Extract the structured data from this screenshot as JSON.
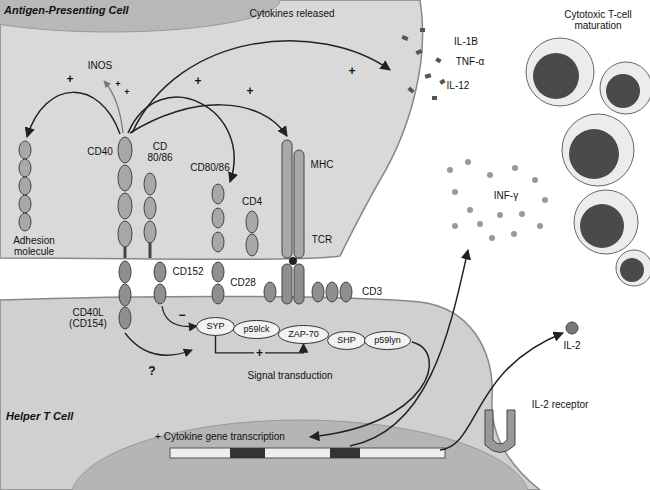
{
  "diagram": {
    "nodes": [
      {
        "text": [
          "SYP"
        ]
      },
      {
        "text": [
          "p59lck"
        ]
      },
      {
        "text": [
          "ZAP-70"
        ]
      },
      {
        "text": [
          "SHP"
        ]
      },
      {
        "text": [
          "p59lyn"
        ]
      }
    ],
    "edges": [
      {
        "from": 0,
        "to": 2,
        "arrow": "to",
        "label": "+"
      }
    ],
    "labels": [
      "Antigen-Presenting Cell",
      "Cytokines released",
      "Cytotoxic T-cell maturation",
      "INOS",
      "+",
      "+",
      "+",
      "+",
      "+",
      "+",
      "IL-1B",
      "TNF-α",
      "IL-12",
      "Adhesion molecule",
      "CD40",
      "CD 80/86",
      "CD80/86",
      "CD4",
      "MHC",
      "TCR",
      "INF-γ",
      "CD28",
      "CD3",
      "CD40L (CD154)",
      "CD152",
      "?",
      "−",
      "Signal transduction",
      "Helper T Cell",
      "+ Cytokine gene transcription",
      "IL-2",
      "IL-2 receptor"
    ]
  }
}
